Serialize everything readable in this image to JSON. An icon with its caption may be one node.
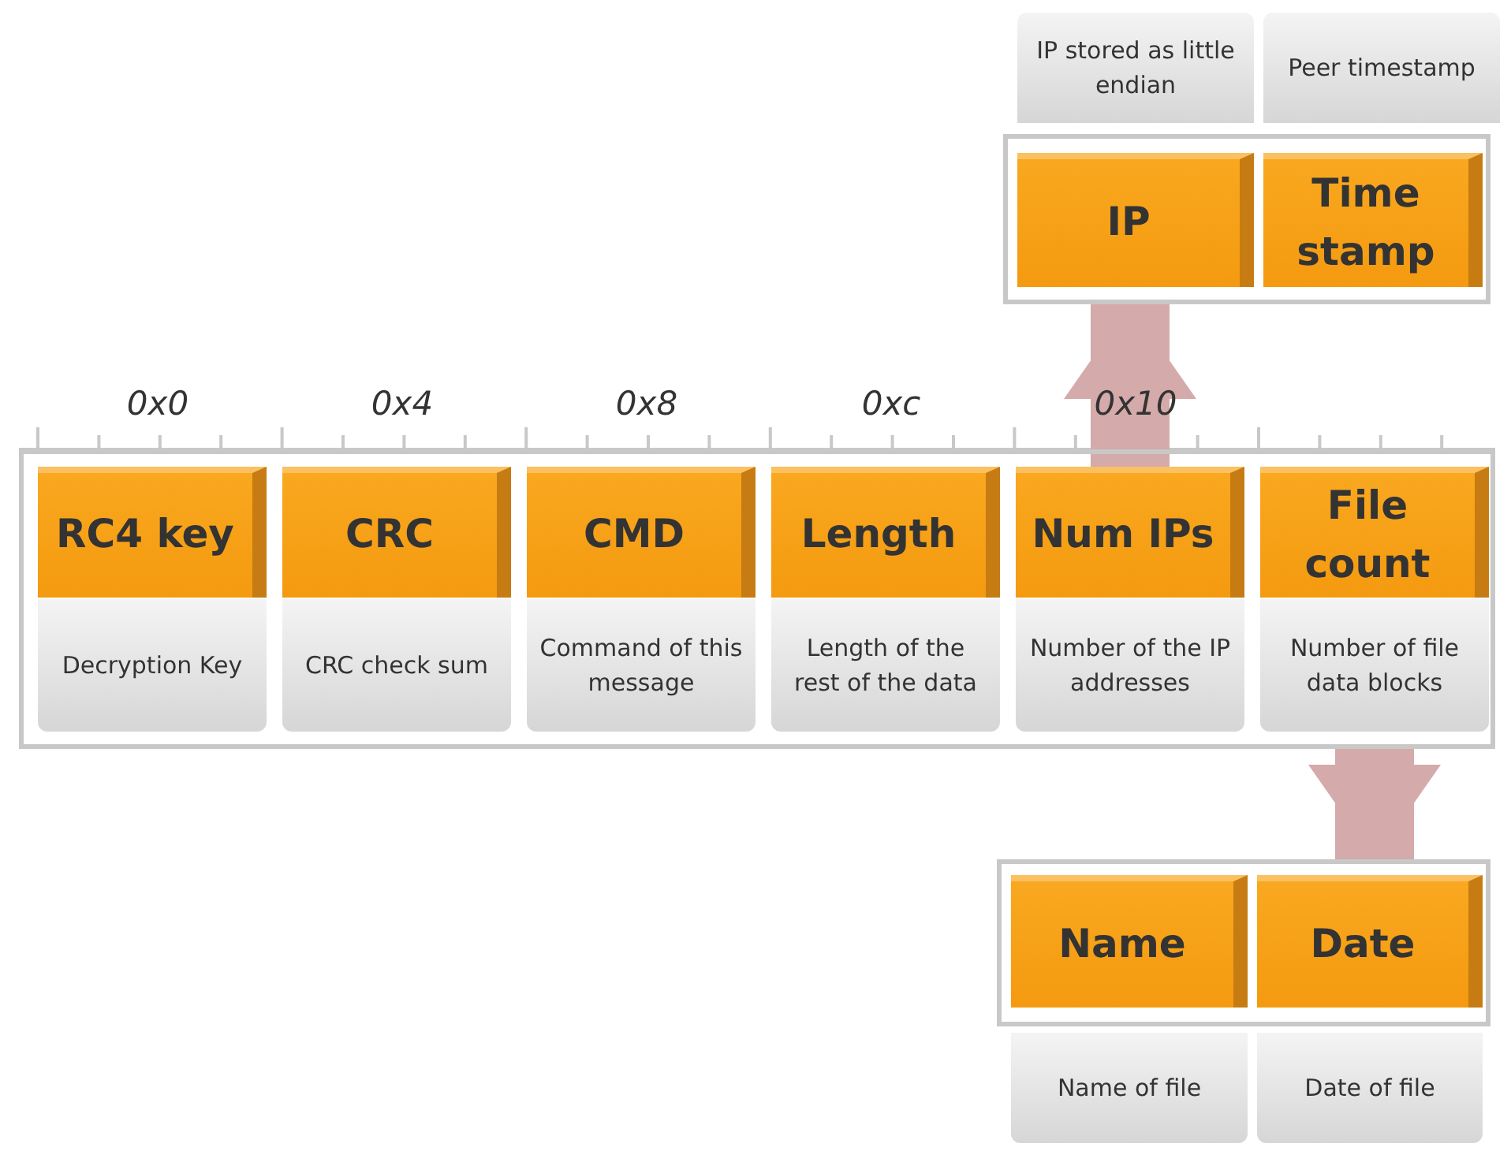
{
  "diagram": {
    "nodes": [
      {
        "text": [
          "IP stored as little endian"
        ]
      },
      {
        "text": [
          "Peer timestamp"
        ]
      },
      {
        "text": [],
        "shape": "box"
      },
      {
        "text": [
          "IP"
        ],
        "in": 2
      },
      {
        "text": [
          "Time stamp"
        ],
        "in": 2
      },
      {
        "text": [],
        "shape": "box"
      },
      {
        "text": [
          "RC4 key"
        ],
        "in": 5
      },
      {
        "text": [
          "Decryption Key"
        ],
        "in": 5
      },
      {
        "text": [
          "CRC"
        ],
        "in": 5
      },
      {
        "text": [
          "CRC check sum"
        ],
        "in": 5
      },
      {
        "text": [
          "CMD"
        ],
        "in": 5
      },
      {
        "text": [
          "Command of this message"
        ],
        "in": 5
      },
      {
        "text": [
          "Length"
        ],
        "in": 5
      },
      {
        "text": [
          "Length of the rest of the data"
        ],
        "in": 5
      },
      {
        "text": [
          "Num IPs"
        ],
        "in": 5
      },
      {
        "text": [
          "Number of the IP addresses"
        ],
        "in": 5
      },
      {
        "text": [
          "File count"
        ],
        "in": 5
      },
      {
        "text": [
          "Number of file data blocks"
        ],
        "in": 5
      },
      {
        "text": [],
        "shape": "box"
      },
      {
        "text": [
          "Name"
        ],
        "in": 18
      },
      {
        "text": [
          "Date"
        ],
        "in": 18
      },
      {
        "text": [
          "Name of file"
        ]
      },
      {
        "text": [
          "Date of file"
        ]
      }
    ],
    "edges": [
      {
        "from": 14,
        "to": 2,
        "arrow": "to"
      },
      {
        "from": 17,
        "to": 18,
        "arrow": "to"
      }
    ],
    "labels": [
      "0x0",
      "0x4",
      "0x8",
      "0xc",
      "0x10"
    ]
  }
}
